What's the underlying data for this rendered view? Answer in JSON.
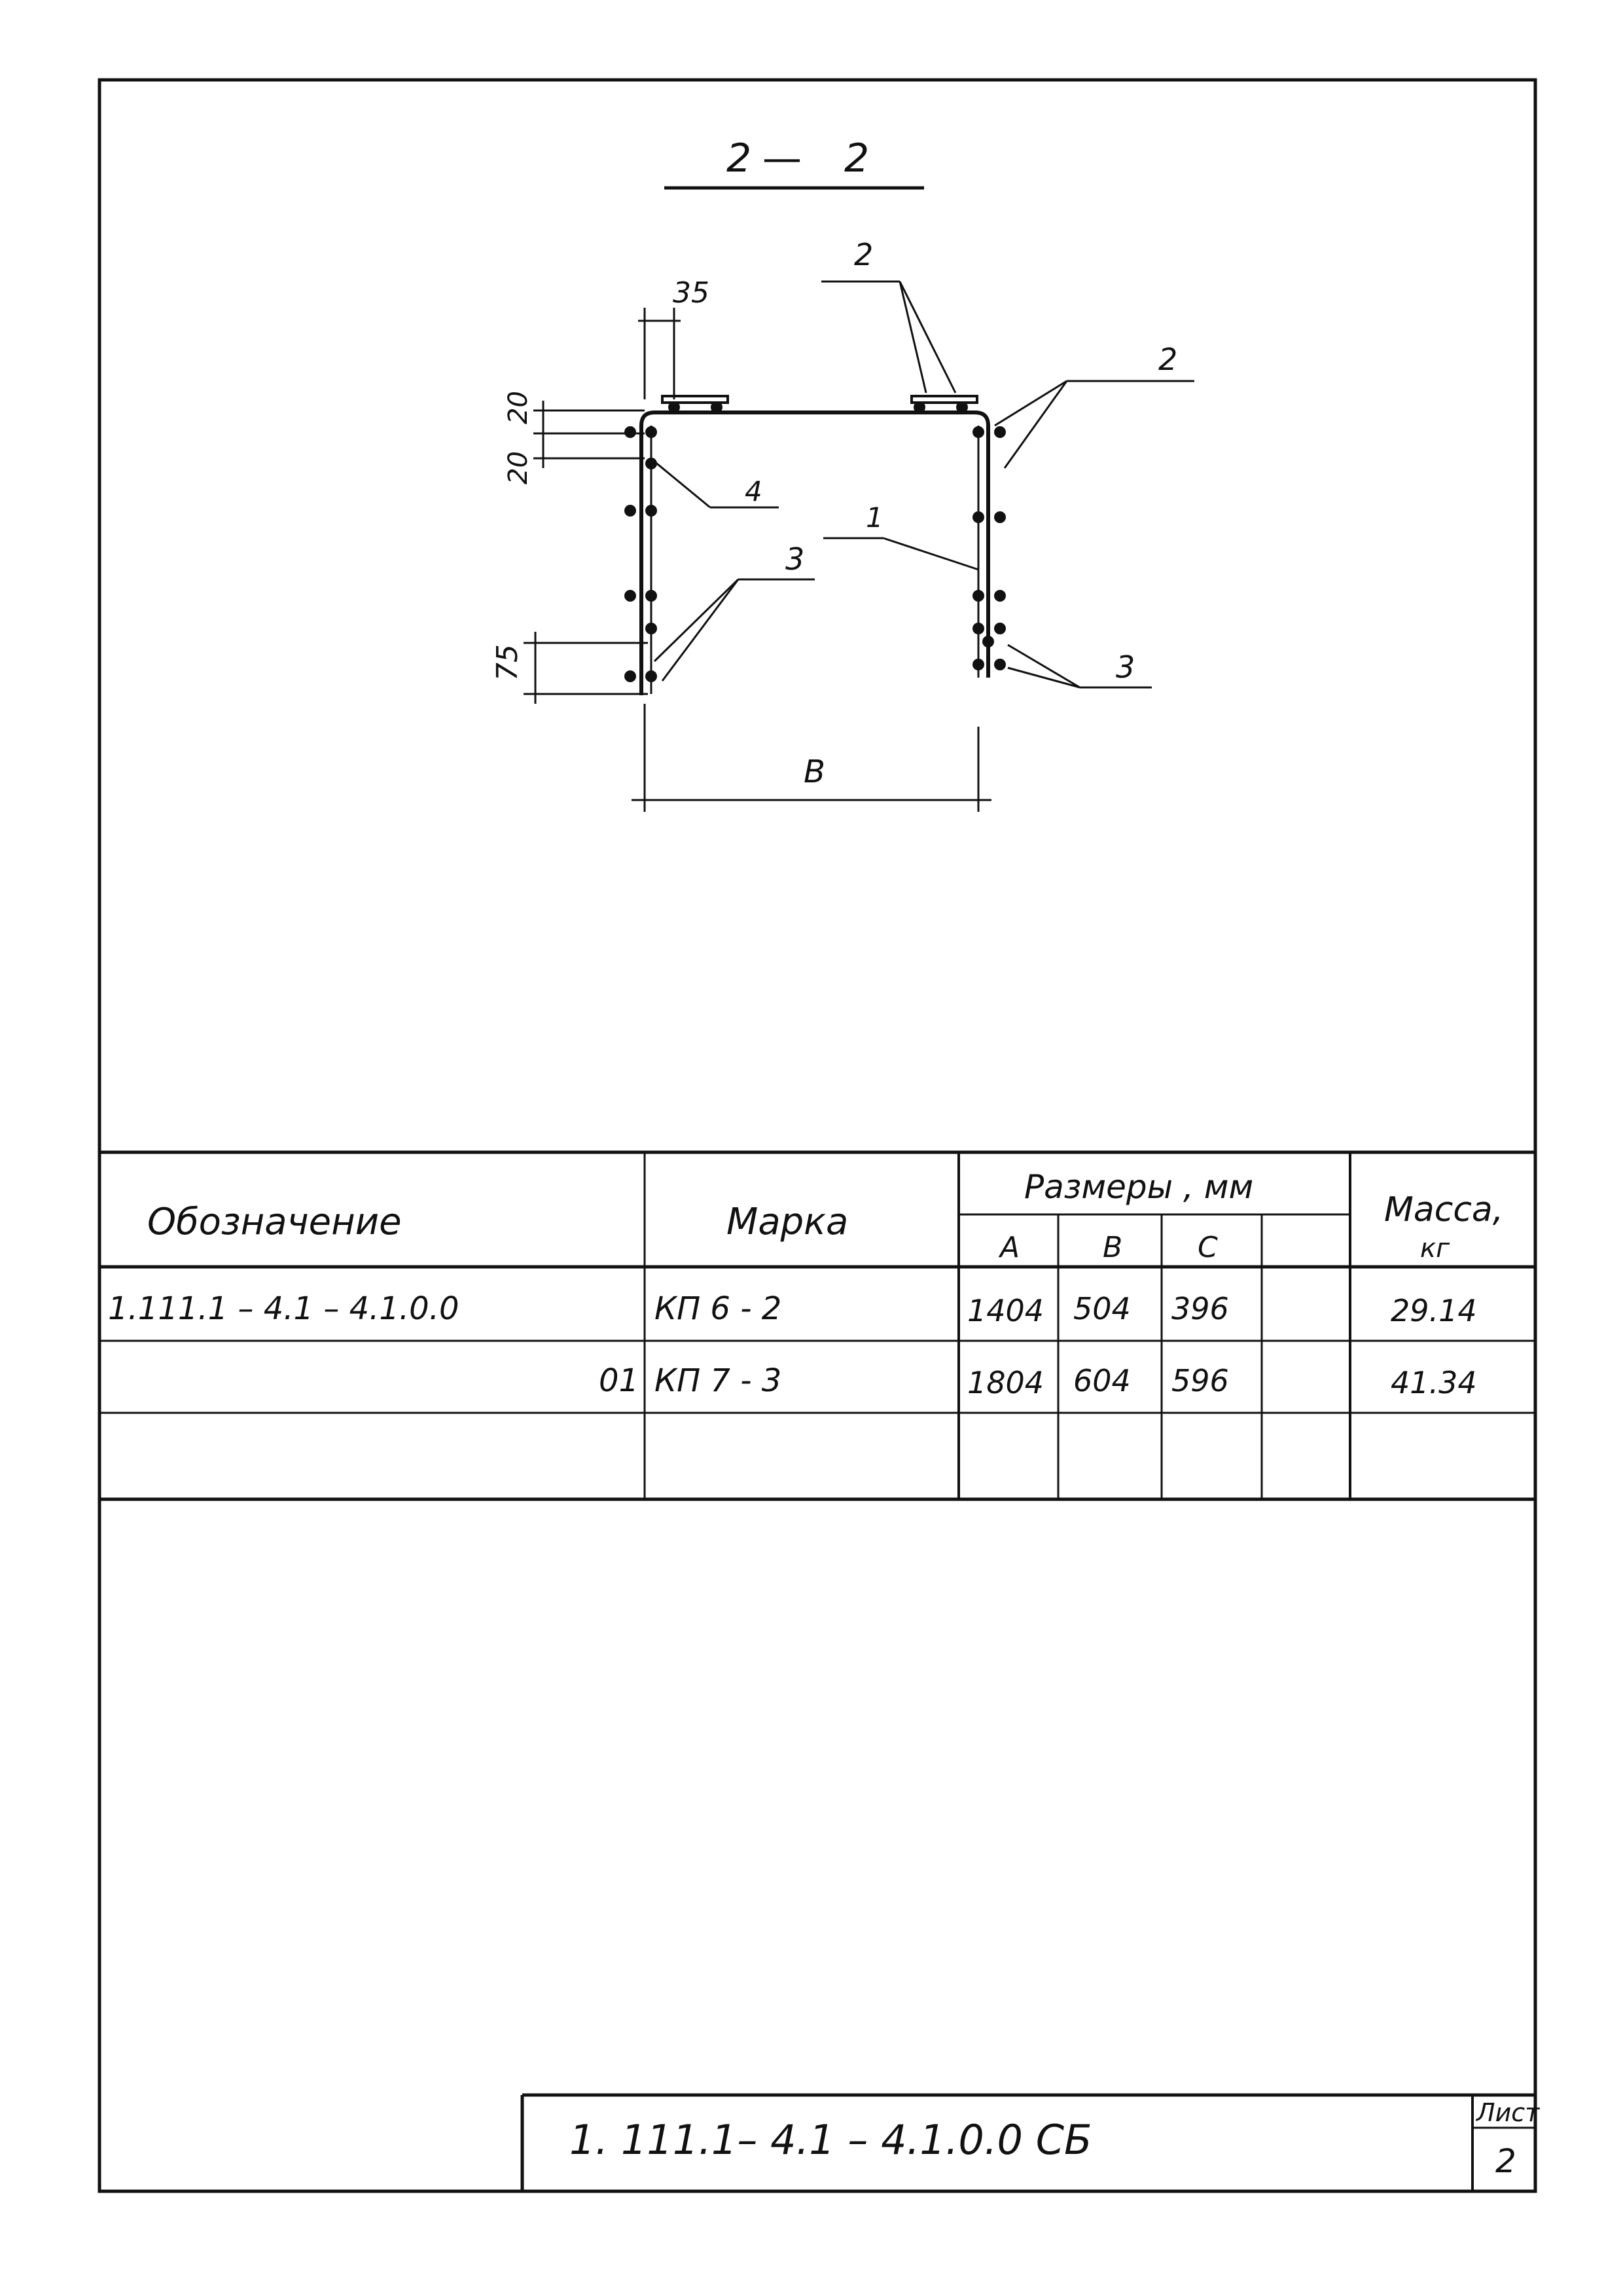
{
  "section": {
    "label_left": "2",
    "label_dash": "—",
    "label_right": "2"
  },
  "dims": {
    "d35": "35",
    "d20_top": "20",
    "d20_bot": "20",
    "d75": "75",
    "dB": "B"
  },
  "callouts": {
    "c1": "1",
    "c2_top": "2",
    "c2_right": "2",
    "c3_left": "3",
    "c3_right": "3",
    "c4": "4"
  },
  "table": {
    "h_designation": "Обозначение",
    "h_mark": "Марка",
    "h_sizes": "Размеры , мм",
    "h_A": "A",
    "h_B": "B",
    "h_C": "C",
    "h_mass": "Масса,",
    "h_mass_unit": "кг",
    "rows": [
      {
        "designation": "1.111.1 – 4.1 – 4.1.0.0",
        "mark": "КП  6 - 2",
        "A": "1404",
        "B": "504",
        "C": "396",
        "mass": "29.14"
      },
      {
        "designation": "01",
        "mark": "КП  7 - 3",
        "A": "1804",
        "B": "604",
        "C": "596",
        "mass": "41.34"
      }
    ]
  },
  "titleblock": {
    "code": "1. 111.1– 4.1 – 4.1.0.0  СБ",
    "sheet_label": "Лист",
    "sheet_no": "2"
  }
}
